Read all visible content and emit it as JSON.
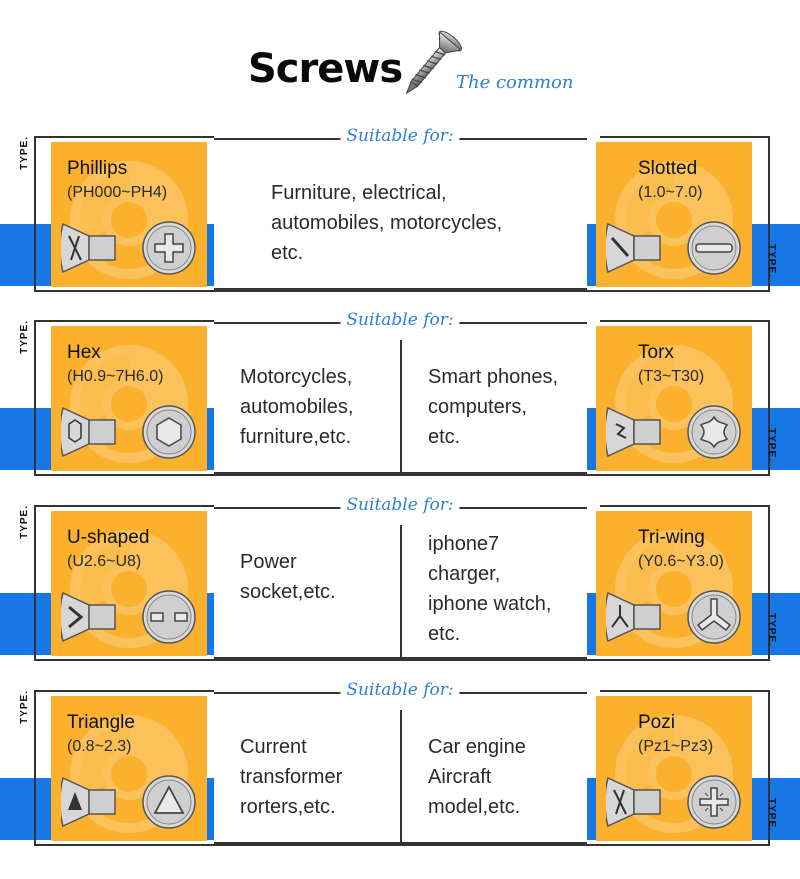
{
  "header": {
    "title": "Screws",
    "subtitle": "The common"
  },
  "suitable_label": "Suitable for:",
  "type_label": "TYPE.",
  "sections": [
    {
      "left": {
        "name": "Phillips",
        "range": "(PH000~PH4)",
        "head": "phillips"
      },
      "right": {
        "name": "Slotted",
        "range": "(1.0~7.0)",
        "head": "slotted"
      },
      "uses": [
        "Furniture, electrical,\nautomobiles, motorcycles,\netc."
      ]
    },
    {
      "left": {
        "name": "Hex",
        "range": "(H0.9~7H6.0)",
        "head": "hex"
      },
      "right": {
        "name": "Torx",
        "range": "(T3~T30)",
        "head": "torx"
      },
      "uses": [
        "Motorcycles,\nautomobiles,\nfurniture,etc.",
        "Smart phones,\ncomputers,\netc."
      ]
    },
    {
      "left": {
        "name": "U-shaped",
        "range": "(U2.6~U8)",
        "head": "u-shaped"
      },
      "right": {
        "name": "Tri-wing",
        "range": "(Y0.6~Y3.0)",
        "head": "tri-wing"
      },
      "uses": [
        "Power\nsocket,etc.",
        "iphone7\ncharger,\niphone watch,\netc."
      ]
    },
    {
      "left": {
        "name": "Triangle",
        "range": "(0.8~2.3)",
        "head": "triangle"
      },
      "right": {
        "name": "Pozi",
        "range": "(Pz1~Pz3)",
        "head": "pozi"
      },
      "uses": [
        "Current\ntransformer\nrorters,etc.",
        "Car engine\nAircraft\nmodel,etc."
      ]
    }
  ],
  "colors": {
    "card": "#fbb12e",
    "band": "#1877e6",
    "accent_text": "#2d7fd6",
    "line": "#333333"
  }
}
